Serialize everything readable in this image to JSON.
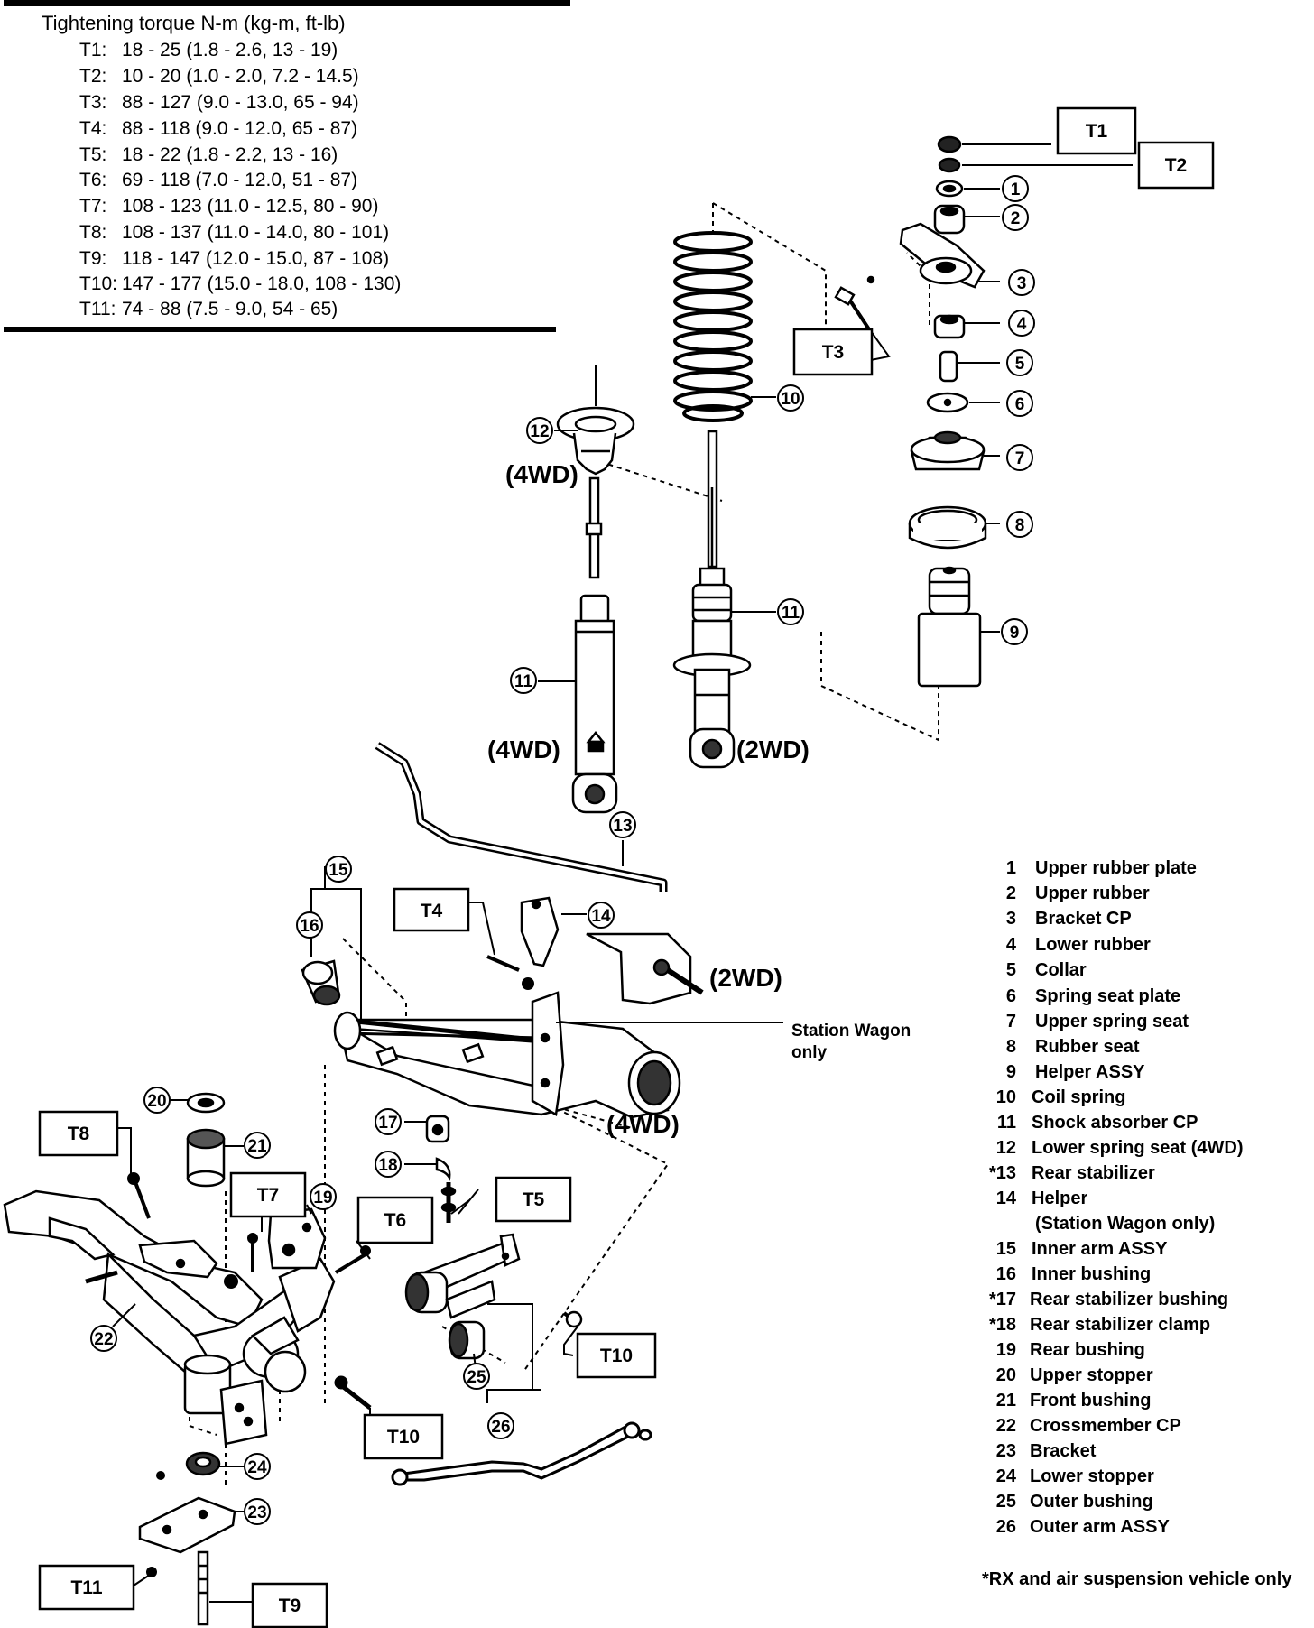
{
  "torque_table": {
    "title": "Tightening torque N-m (kg-m, ft-lb)",
    "rows": [
      {
        "key": "T1:",
        "value": "18 - 25 (1.8 - 2.6, 13 - 19)"
      },
      {
        "key": "T2:",
        "value": "10 - 20 (1.0 - 2.0, 7.2 - 14.5)"
      },
      {
        "key": "T3:",
        "value": "88 - 127 (9.0 - 13.0, 65 - 94)"
      },
      {
        "key": "T4:",
        "value": "88 - 118 (9.0 - 12.0, 65 - 87)"
      },
      {
        "key": "T5:",
        "value": "18 - 22 (1.8 - 2.2, 13 - 16)"
      },
      {
        "key": "T6:",
        "value": "69 - 118 (7.0 - 12.0, 51 - 87)"
      },
      {
        "key": "T7:",
        "value": "108 - 123 (11.0 - 12.5, 80 - 90)"
      },
      {
        "key": "T8:",
        "value": "108 - 137 (11.0 - 14.0, 80 - 101)"
      },
      {
        "key": "T9:",
        "value": "118 - 147 (12.0 - 15.0, 87 - 108)"
      },
      {
        "key": "T10:",
        "value": "147 - 177 (15.0 - 18.0, 108 - 130)"
      },
      {
        "key": "T11:",
        "value": "74 - 88 (7.5 - 9.0, 54 - 65)"
      }
    ]
  },
  "legend": [
    {
      "num": "1",
      "label": "Upper rubber plate"
    },
    {
      "num": "2",
      "label": "Upper rubber"
    },
    {
      "num": "3",
      "label": "Bracket CP"
    },
    {
      "num": "4",
      "label": "Lower rubber"
    },
    {
      "num": "5",
      "label": "Collar"
    },
    {
      "num": "6",
      "label": "Spring seat plate"
    },
    {
      "num": "7",
      "label": "Upper spring seat"
    },
    {
      "num": "8",
      "label": "Rubber seat"
    },
    {
      "num": "9",
      "label": "Helper ASSY"
    },
    {
      "num": "10",
      "label": "Coil spring"
    },
    {
      "num": "11",
      "label": "Shock absorber CP"
    },
    {
      "num": "12",
      "label": "Lower spring seat (4WD)"
    },
    {
      "num": "*13",
      "label": "Rear stabilizer"
    },
    {
      "num": "14",
      "label": "Helper"
    },
    {
      "num": "",
      "label": "(Station Wagon only)"
    },
    {
      "num": "15",
      "label": "Inner arm ASSY"
    },
    {
      "num": "16",
      "label": "Inner bushing"
    },
    {
      "num": "*17",
      "label": "Rear stabilizer bushing"
    },
    {
      "num": "*18",
      "label": "Rear stabilizer clamp"
    },
    {
      "num": "19",
      "label": "Rear bushing"
    },
    {
      "num": "20",
      "label": "Upper stopper"
    },
    {
      "num": "21",
      "label": "Front bushing"
    },
    {
      "num": "22",
      "label": "Crossmember CP"
    },
    {
      "num": "23",
      "label": "Bracket"
    },
    {
      "num": "24",
      "label": "Lower stopper"
    },
    {
      "num": "25",
      "label": "Outer bushing"
    },
    {
      "num": "26",
      "label": "Outer arm ASSY"
    }
  ],
  "footnote": "*RX and air suspension vehicle only",
  "torque_boxes": {
    "t1": "T1",
    "t2": "T2",
    "t3": "T3",
    "t4": "T4",
    "t5": "T5",
    "t6": "T6",
    "t7": "T7",
    "t8": "T8",
    "t9": "T9",
    "t10a": "T10",
    "t10b": "T10",
    "t11": "T11"
  },
  "callouts": {
    "c1": "1",
    "c2": "2",
    "c3": "3",
    "c4": "4",
    "c5": "5",
    "c6": "6",
    "c7": "7",
    "c8": "8",
    "c9": "9",
    "c10": "10",
    "c11a": "11",
    "c11b": "11",
    "c12": "12",
    "c13": "13",
    "c14": "14",
    "c15": "15",
    "c16": "16",
    "c17": "17",
    "c18": "18",
    "c19": "19",
    "c20": "20",
    "c21": "21",
    "c22": "22",
    "c23": "23",
    "c24": "24",
    "c25": "25",
    "c26": "26"
  },
  "variant_labels": {
    "shock_4wd": "(4WD)",
    "seat_4wd": "(4WD)",
    "shock_2wd": "(2WD)",
    "hub_2wd": "(2WD)",
    "arm_4wd": "(4WD)"
  },
  "annotations": {
    "station_wagon_1": "Station Wagon",
    "station_wagon_2": "only"
  }
}
